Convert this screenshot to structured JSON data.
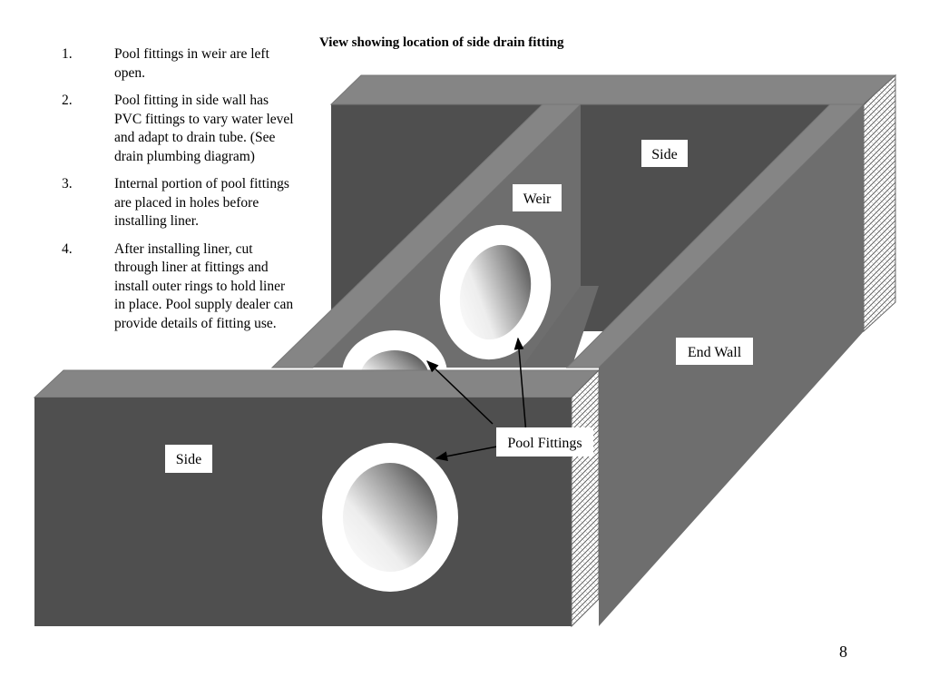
{
  "title": "View showing location of side drain fitting",
  "notes": [
    {
      "number": "1.",
      "text": "Pool fittings in weir are left open."
    },
    {
      "number": "2.",
      "text": "Pool fitting in side wall has PVC fittings to vary water level and adapt to drain tube. (See drain plumbing diagram)"
    },
    {
      "number": "3.",
      "text": "Internal portion of pool fittings are placed in holes before installing liner."
    },
    {
      "number": "4.",
      "text": "After installing liner, cut through liner at fittings and install outer rings to hold liner in place. Pool supply dealer can provide details of fitting use."
    }
  ],
  "labels": {
    "side_back": "Side",
    "weir": "Weir",
    "end_wall": "End Wall",
    "pool_fittings": "Pool Fittings",
    "side_front": "Side"
  },
  "page_number": "8",
  "colors": {
    "wall_dark": "#4f4f4f",
    "wall_mid": "#6e6e6e",
    "wall_top": "#858585",
    "fitting_ring": "#ffffff"
  }
}
